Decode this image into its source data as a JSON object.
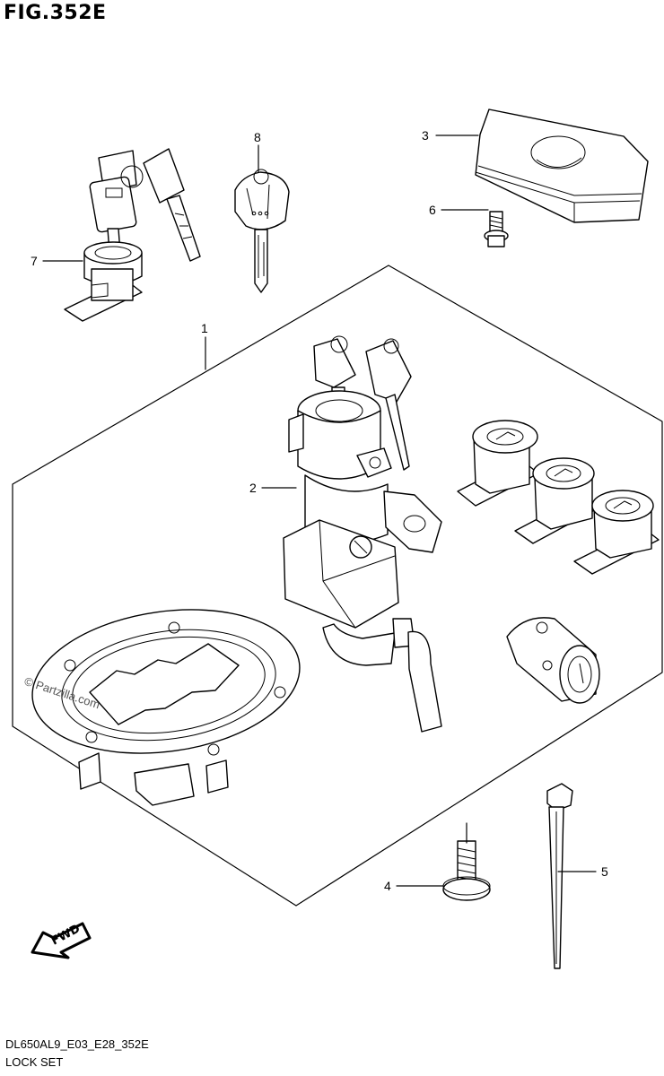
{
  "figure": {
    "title": "FIG.352E",
    "model_code": "DL650AL9_E03_E28_352E",
    "name": "LOCK SET",
    "watermark": "© Partzilla.com",
    "fwd_label": "FWD"
  },
  "callouts": [
    {
      "id": "1",
      "label": "1"
    },
    {
      "id": "2",
      "label": "2"
    },
    {
      "id": "3",
      "label": "3"
    },
    {
      "id": "4",
      "label": "4"
    },
    {
      "id": "5",
      "label": "5"
    },
    {
      "id": "6",
      "label": "6"
    },
    {
      "id": "7",
      "label": "7"
    },
    {
      "id": "8",
      "label": "8"
    }
  ]
}
